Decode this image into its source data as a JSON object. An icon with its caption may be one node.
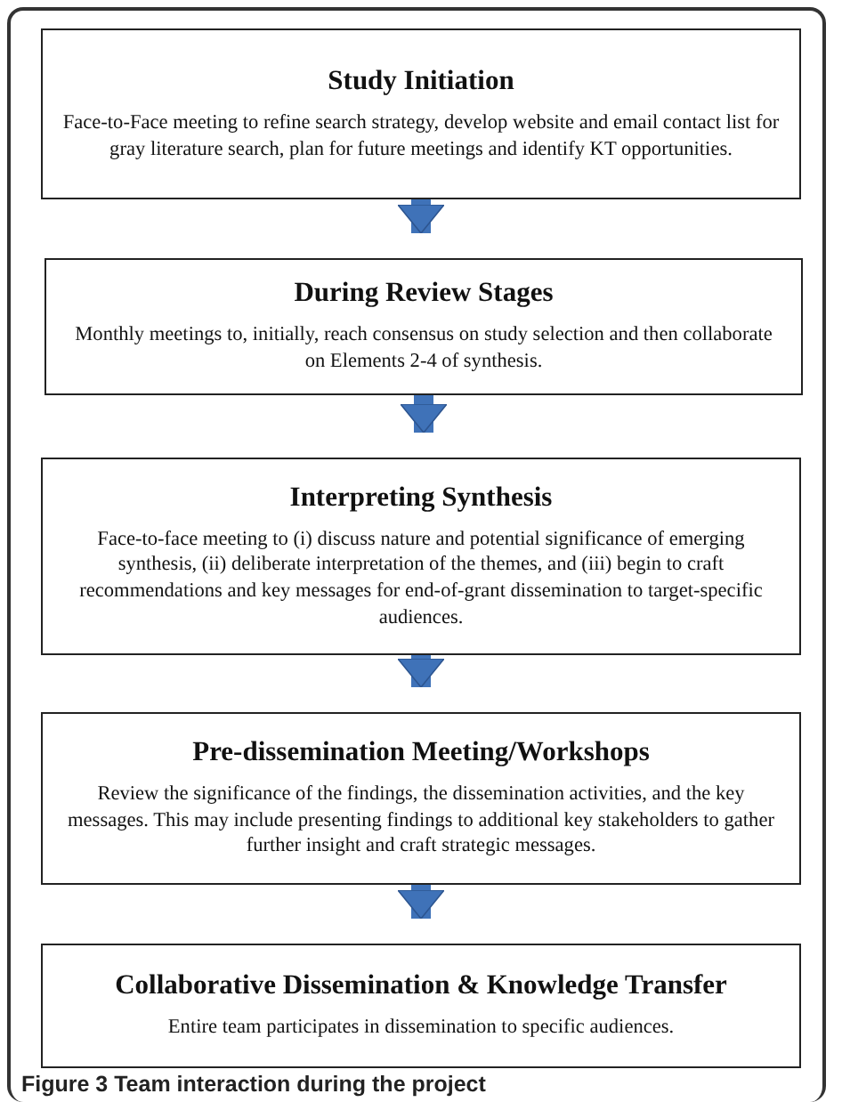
{
  "diagram": {
    "caption": "Figure 3 Team interaction during the project",
    "nodes": [
      {
        "text": [
          "Study Initiation",
          "Face-to-Face meeting to refine search strategy, develop website and email contact list for gray literature search, plan for future meetings and identify KT opportunities."
        ]
      },
      {
        "text": [
          "During Review Stages",
          "Monthly meetings to, initially, reach consensus on study selection and then collaborate on Elements 2-4 of synthesis."
        ]
      },
      {
        "text": [
          "Interpreting Synthesis",
          "Face-to-face meeting to (i) discuss nature and potential significance of emerging synthesis, (ii) deliberate interpretation of the themes, and (iii) begin to craft recommendations and key messages for end-of-grant dissemination to target-specific audiences."
        ]
      },
      {
        "text": [
          "Pre-dissemination Meeting/Workshops",
          "Review the significance of the findings, the dissemination activities, and the key messages. This may include presenting findings to additional key stakeholders to gather further insight and craft strategic messages."
        ]
      },
      {
        "text": [
          "Collaborative Dissemination & Knowledge Transfer",
          "Entire team participates in dissemination to specific audiences."
        ]
      }
    ],
    "edges": [
      {
        "from": 0,
        "to": 1,
        "arrow": "to"
      },
      {
        "from": 1,
        "to": 2,
        "arrow": "to"
      },
      {
        "from": 2,
        "to": 3,
        "arrow": "to"
      },
      {
        "from": 3,
        "to": 4,
        "arrow": "to"
      }
    ]
  }
}
